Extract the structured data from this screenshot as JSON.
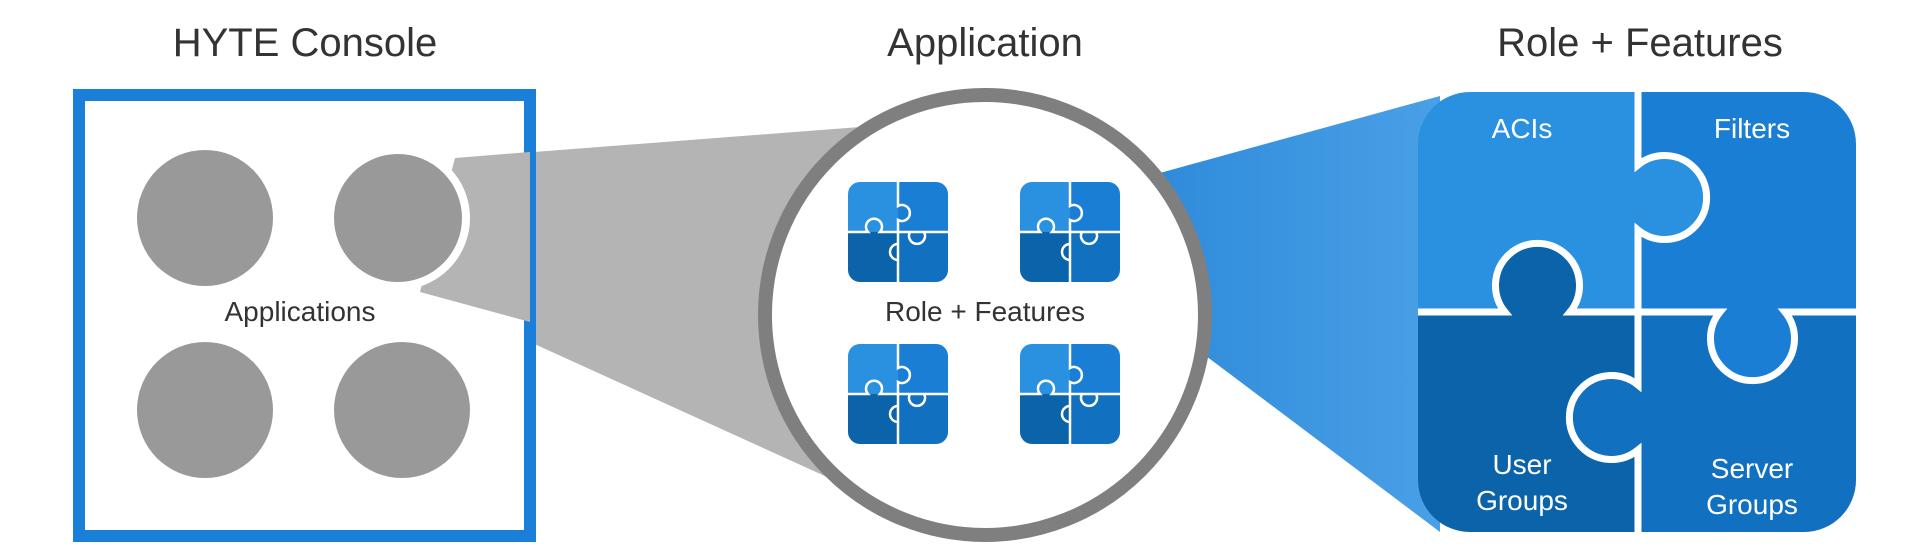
{
  "titles": {
    "console": "HYTE Console",
    "application": "Application",
    "role_features": "Role + Features"
  },
  "labels": {
    "applications": "Applications",
    "role_features_inner": "Role + Features",
    "acis": "ACIs",
    "filters": "Filters",
    "user_groups_line1": "User",
    "user_groups_line2": "Groups",
    "server_groups_line1": "Server",
    "server_groups_line2": "Groups"
  },
  "colors": {
    "console_border": "#1a7fd9",
    "app_circle": "#999999",
    "funnel_gray": "#b4b4b4",
    "lens_ring": "#7f7f7f",
    "piece_light": "#2a90e0",
    "piece_mid": "#1a7fd4",
    "piece_dark": "#0b63aa",
    "title_text": "#333333"
  },
  "icons": {
    "app": "circle",
    "feature": "puzzle-icon"
  }
}
